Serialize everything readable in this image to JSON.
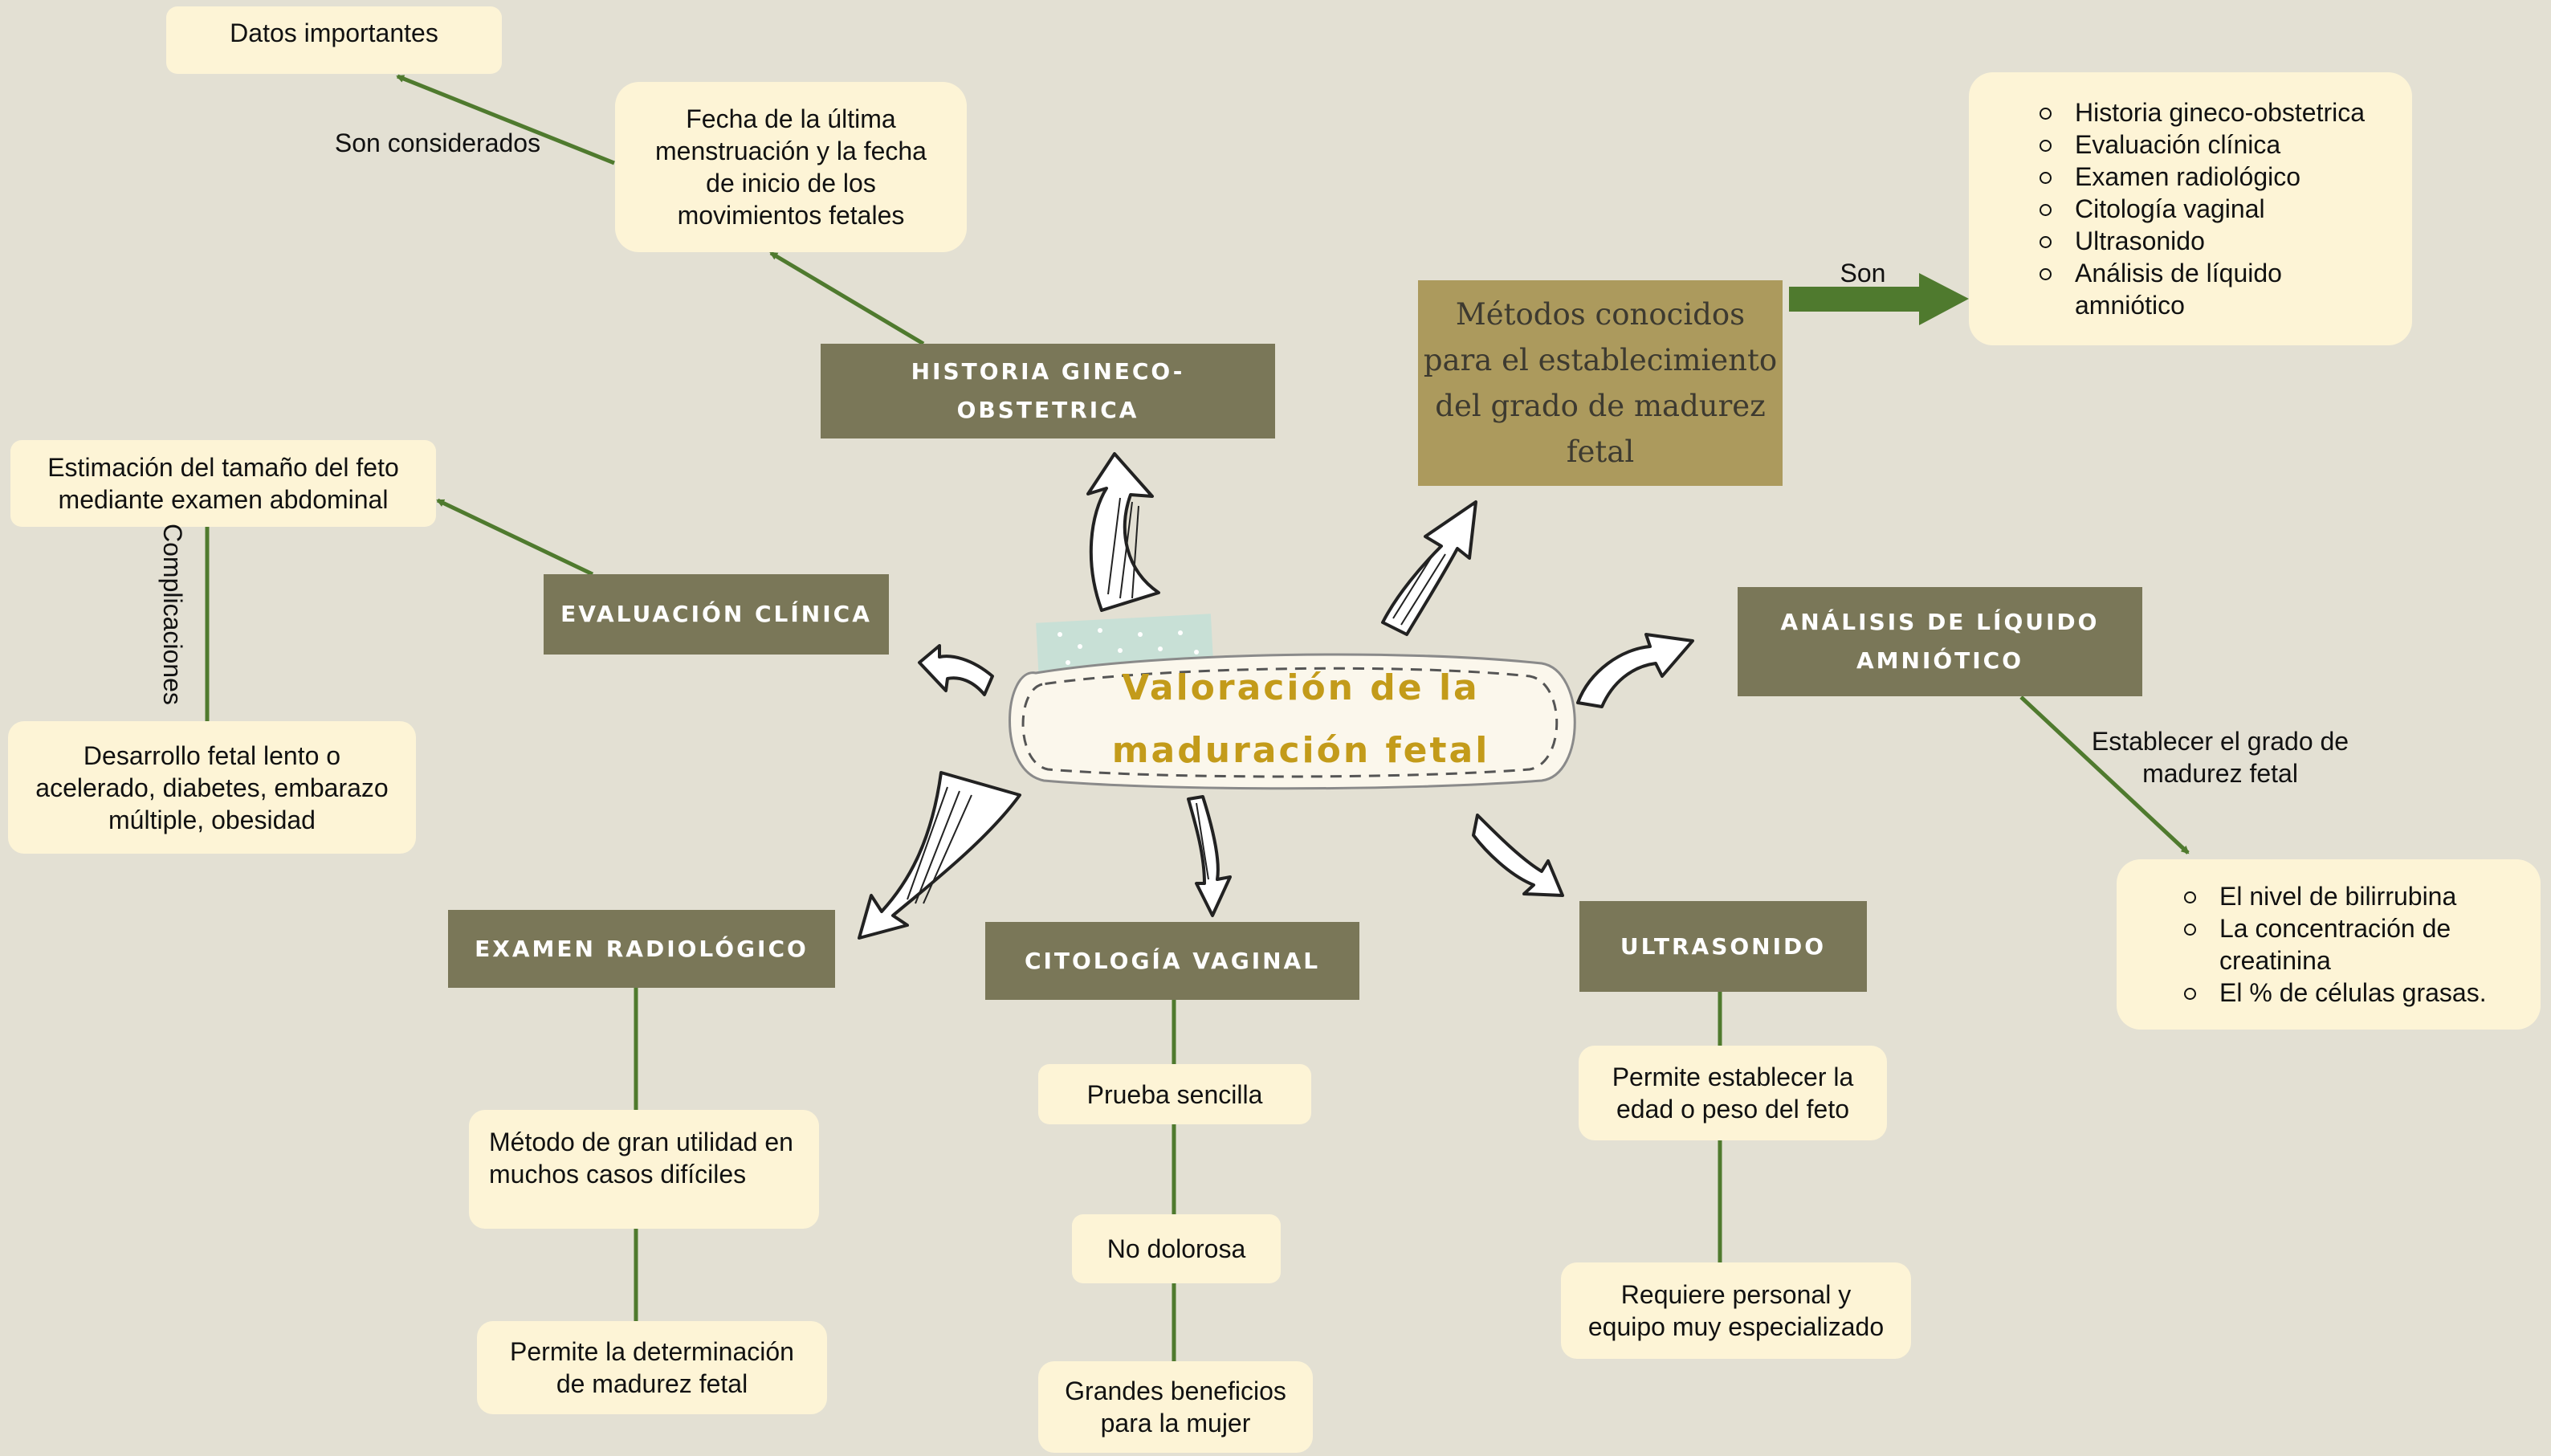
{
  "center": {
    "line1": "Valoración de la",
    "line2": "maduración fetal"
  },
  "methods_box": {
    "l1": "Métodos conocidos",
    "l2": "para el establecimiento",
    "l3": "del grado de madurez",
    "l4": "fetal"
  },
  "son_label": "Son",
  "methods_list": [
    "Historia gineco-obstetrica",
    "Evaluación clínica",
    "Examen radiológico",
    "Citología vaginal",
    "Ultrasonido",
    "Análisis de líquido amniótico"
  ],
  "historia": {
    "title": "HISTORIA GINECO-OBSTETRICA",
    "fecha": {
      "l1": "Fecha de la última",
      "l2": "menstruación y la fecha",
      "l3": "de inicio de los",
      "l4": "movimientos fetales"
    },
    "label": "Son considerados",
    "datos": "Datos importantes"
  },
  "evaluacion": {
    "title": "EVALUACIÓN CLÍNICA",
    "estimacion": {
      "l1": "Estimación del tamaño del feto",
      "l2": "mediante examen abdominal"
    },
    "label": "Complicaciones",
    "desarrollo": {
      "l1": "Desarrollo fetal lento o",
      "l2": "acelerado, diabetes, embarazo",
      "l3": "múltiple, obesidad"
    }
  },
  "radiologico": {
    "title": "EXAMEN RADIOLÓGICO",
    "metodo": {
      "l1": "Método de gran utilidad en",
      "l2": "muchos casos difíciles"
    },
    "permite": {
      "l1": "Permite la determinación",
      "l2": "de madurez fetal"
    }
  },
  "citologia": {
    "title": "CITOLOGÍA VAGINAL",
    "prueba": "Prueba sencilla",
    "no_dolorosa": "No dolorosa",
    "beneficios": {
      "l1": "Grandes beneficios",
      "l2": "para la mujer"
    }
  },
  "ultrasonido": {
    "title": "ULTRASONIDO",
    "permite": {
      "l1": "Permite establecer la",
      "l2": "edad o peso del feto"
    },
    "requiere": {
      "l1": "Requiere personal y",
      "l2": "equipo muy especializado"
    }
  },
  "analisis": {
    "title": {
      "l1": "ANÁLISIS DE LÍQUIDO",
      "l2": "AMNIÓTICO"
    },
    "label": {
      "l1": "Establecer el grado de",
      "l2": "madurez fetal"
    },
    "list": [
      "El nivel de bilirrubina",
      "La concentración de creatinina",
      "El % de células grasas."
    ]
  },
  "colors": {
    "line": "#4f7a2e",
    "node": "#7a7758",
    "box": "#fdf4d6",
    "methods": "#ac9a5d",
    "title_text": "#c39b1a",
    "background": "#e3e0d3"
  }
}
